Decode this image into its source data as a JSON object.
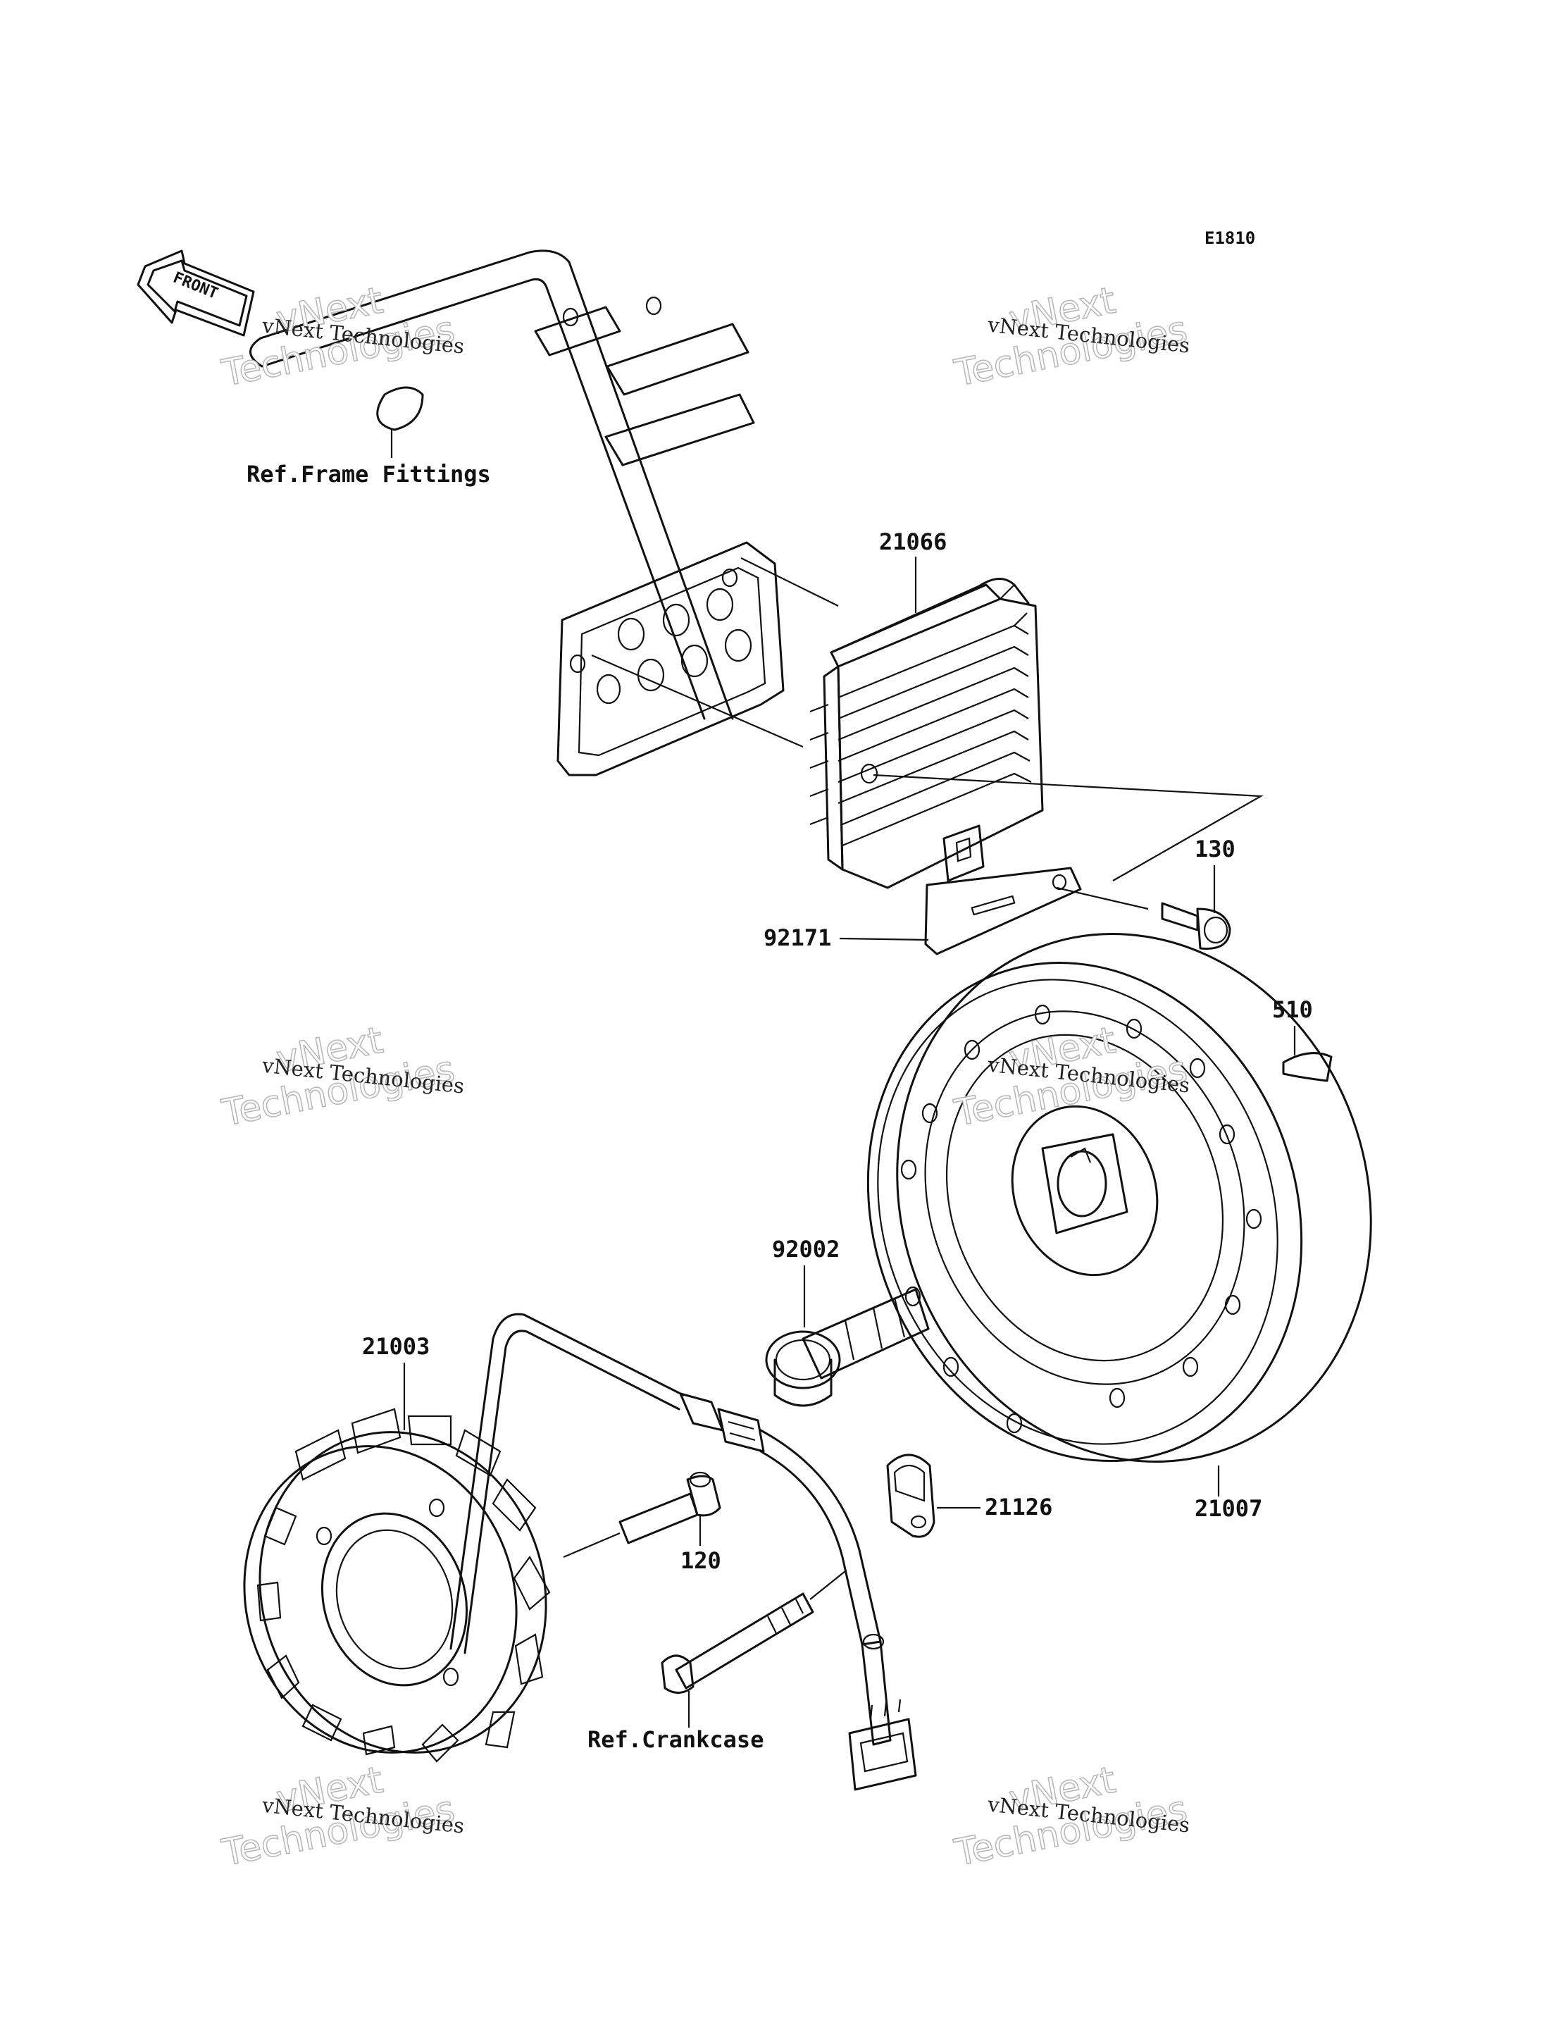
{
  "diagram_code": "E1810",
  "front_label": "FRONT",
  "callouts": {
    "ref_frame": "Ref.Frame Fittings",
    "p21066": "21066",
    "p130": "130",
    "p92171": "92171",
    "p510": "510",
    "p92002": "92002",
    "p21003": "21003",
    "p21007": "21007",
    "p21126": "21126",
    "p120": "120",
    "ref_crankcase": "Ref.Crankcase"
  },
  "watermark": {
    "small": "vNext Technologies",
    "big_top": "vNext",
    "big_bottom": "Technologies"
  }
}
